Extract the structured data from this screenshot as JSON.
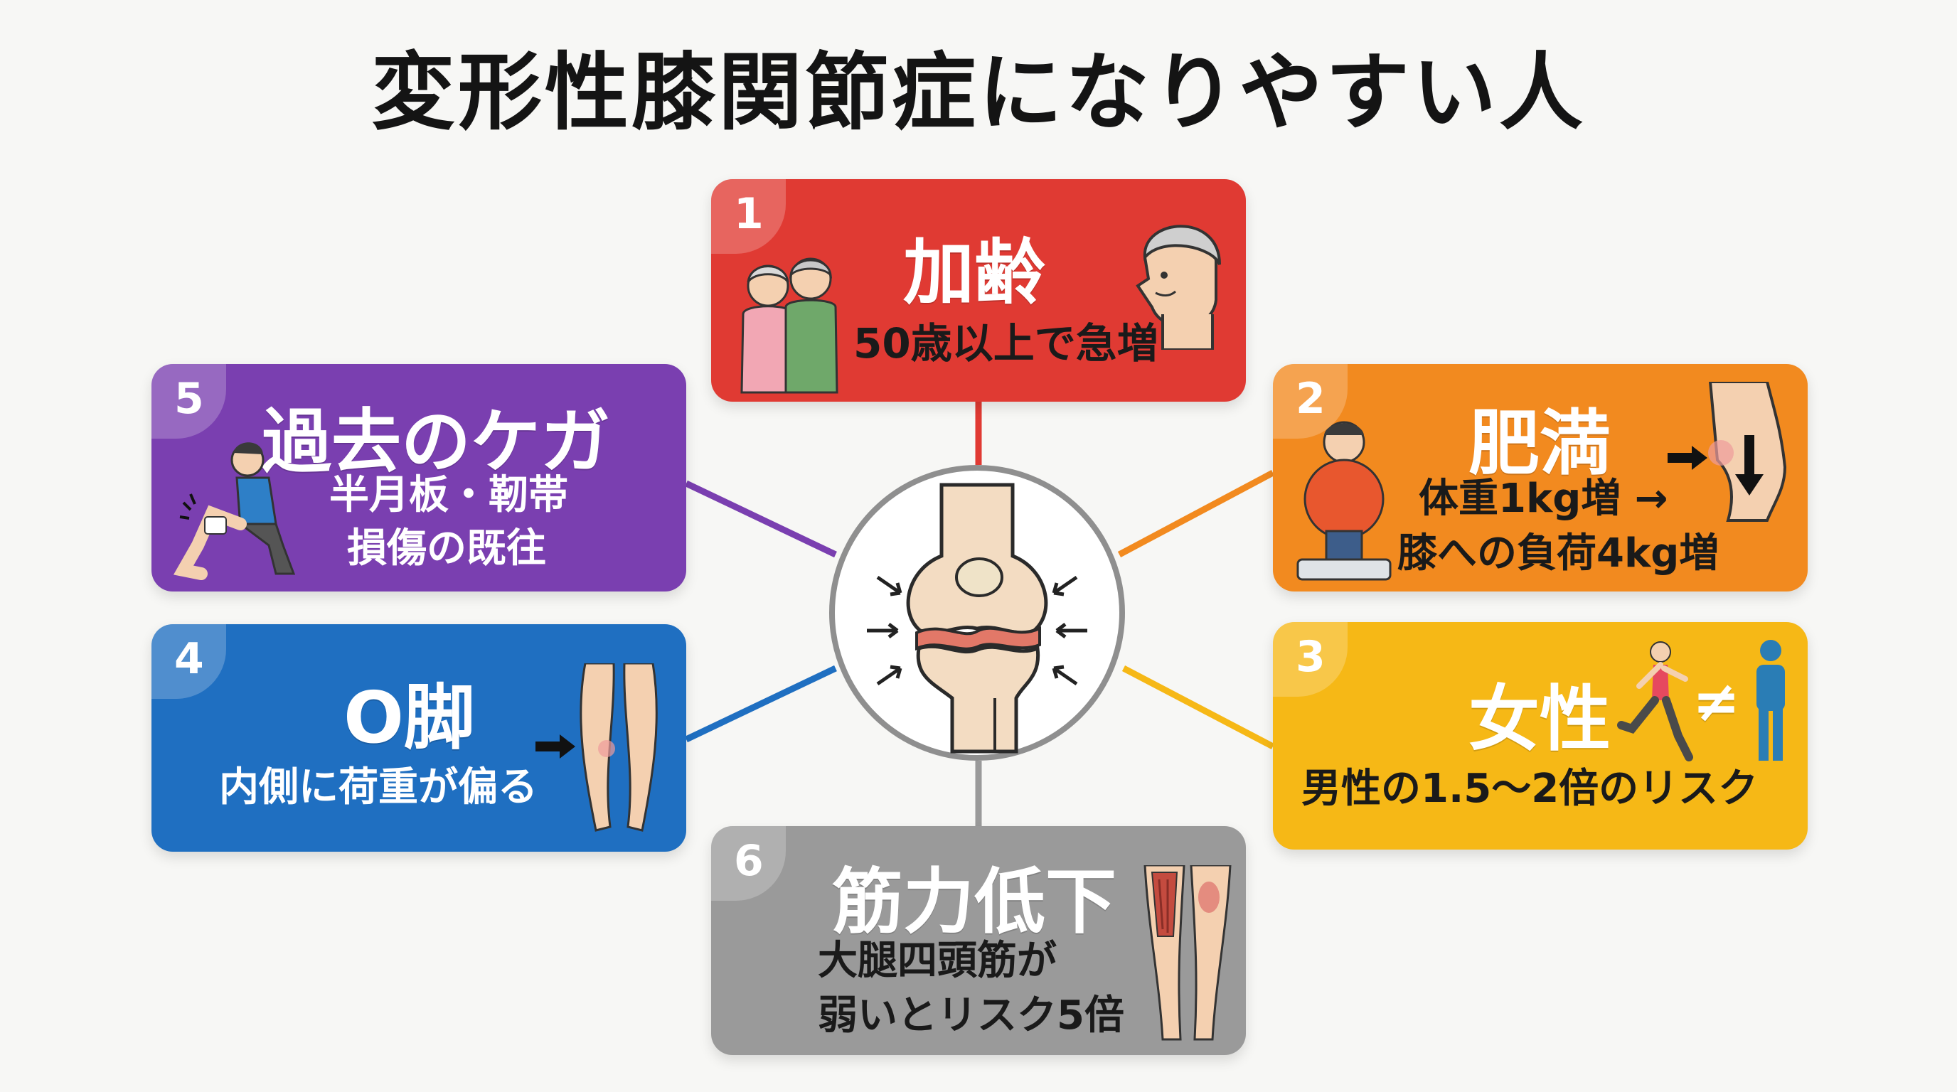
{
  "title": "変形性膝関節症になりやすい人",
  "colors": {
    "age": "#e03a33",
    "obesity": "#f28a1f",
    "female": "#f6b816",
    "o_leg": "#1f6fc1",
    "injury": "#7a3fb0",
    "muscle": "#9a9a9a"
  },
  "factors": [
    {
      "number": "1",
      "title": "加齢",
      "desc1": "50歳以上で急増",
      "icon": "elderly-couple-icon"
    },
    {
      "number": "2",
      "title": "肥満",
      "desc1": "体重1kg増 →",
      "desc2": "膝への負荷4kg増",
      "icon": "overweight-person-on-scale-icon"
    },
    {
      "number": "3",
      "title": "女性",
      "symbol": "≠",
      "desc1": "男性の1.5〜2倍のリスク",
      "icon": "woman-running-icon"
    },
    {
      "number": "4",
      "title": "O脚",
      "desc1": "内側に荷重が偏る",
      "icon": "bow-legs-icon"
    },
    {
      "number": "5",
      "title": "過去のケガ",
      "desc1": "半月板・靭帯",
      "desc2": "損傷の既往",
      "icon": "knee-injury-icon"
    },
    {
      "number": "6",
      "title": "筋力低下",
      "desc1": "大腿四頭筋が",
      "desc2": "弱いとリスク5倍",
      "icon": "weak-thigh-muscle-icon"
    }
  ],
  "center_icon": "knee-joint-icon"
}
